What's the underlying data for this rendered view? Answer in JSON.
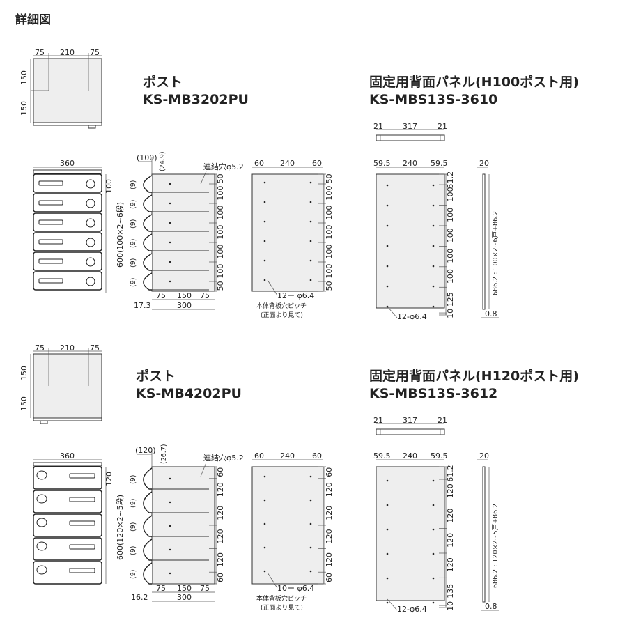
{
  "heading": "詳細図",
  "top_view_dims": {
    "w1": "75",
    "w2": "210",
    "w3": "75",
    "h1": "150",
    "h2": "150"
  },
  "sections": [
    {
      "post_label": "ポスト",
      "post_model": "KS-MB3202PU",
      "panel_label": "固定用背面パネル(H100ポスト用)",
      "panel_model": "KS-MBS13S-3610",
      "front_width": "360",
      "front_top_dim": "100",
      "front_height_dim": "600(100×2~6段)",
      "side_top1": "(100)",
      "side_top2": "(24.9)",
      "side_bolt": "連結穴φ5.2",
      "side_angle": "(9)",
      "side_right_dims": [
        "50",
        "100",
        "100",
        "100",
        "100",
        "100",
        "50"
      ],
      "side_bottom": [
        "75",
        "150",
        "75"
      ],
      "side_bottom_total": "300",
      "side_offset": "17.3",
      "back_top": [
        "60",
        "240",
        "60"
      ],
      "back_right_dims": [
        "50",
        "100",
        "100",
        "100",
        "100",
        "100",
        "50"
      ],
      "back_holes": "12ー φ6.4",
      "back_note1": "本体背板穴ピッチ",
      "back_note2": "(正面より見て)",
      "strip": [
        "21",
        "317",
        "21"
      ],
      "fixpanel_top": [
        "59.5",
        "240",
        "59.5"
      ],
      "fixpanel_right_dims": [
        "51.2",
        "100",
        "100",
        "100",
        "100",
        "100",
        "125",
        "10"
      ],
      "fixpanel_holes": "12-φ6.4",
      "edge_top": "20",
      "edge_label": "686.2 : 100×2~6戸+86.2",
      "edge_bottom": "0.8"
    },
    {
      "post_label": "ポスト",
      "post_model": "KS-MB4202PU",
      "panel_label": "固定用背面パネル(H120ポスト用)",
      "panel_model": "KS-MBS13S-3612",
      "front_width": "360",
      "front_top_dim": "120",
      "front_height_dim": "600(120×2~5段)",
      "side_top1": "(120)",
      "side_top2": "(26.7)",
      "side_bolt": "連結穴φ5.2",
      "side_angle": "(9)",
      "side_right_dims": [
        "60",
        "120",
        "120",
        "120",
        "120",
        "60"
      ],
      "side_bottom": [
        "75",
        "150",
        "75"
      ],
      "side_bottom_total": "300",
      "side_offset": "16.2",
      "back_top": [
        "60",
        "240",
        "60"
      ],
      "back_right_dims": [
        "60",
        "120",
        "120",
        "120",
        "120",
        "60"
      ],
      "back_holes": "10ー φ6.4",
      "back_note1": "本体背板穴ピッチ",
      "back_note2": "(正面より見て)",
      "strip": [
        "21",
        "317",
        "21"
      ],
      "fixpanel_top": [
        "59.5",
        "240",
        "59.5"
      ],
      "fixpanel_right_dims": [
        "61.2",
        "120",
        "120",
        "120",
        "120",
        "135",
        "10"
      ],
      "fixpanel_holes": "12-φ6.4",
      "edge_top": "20",
      "edge_label": "686.2 : 120×2~5戸+86.2",
      "edge_bottom": "0.8"
    }
  ]
}
